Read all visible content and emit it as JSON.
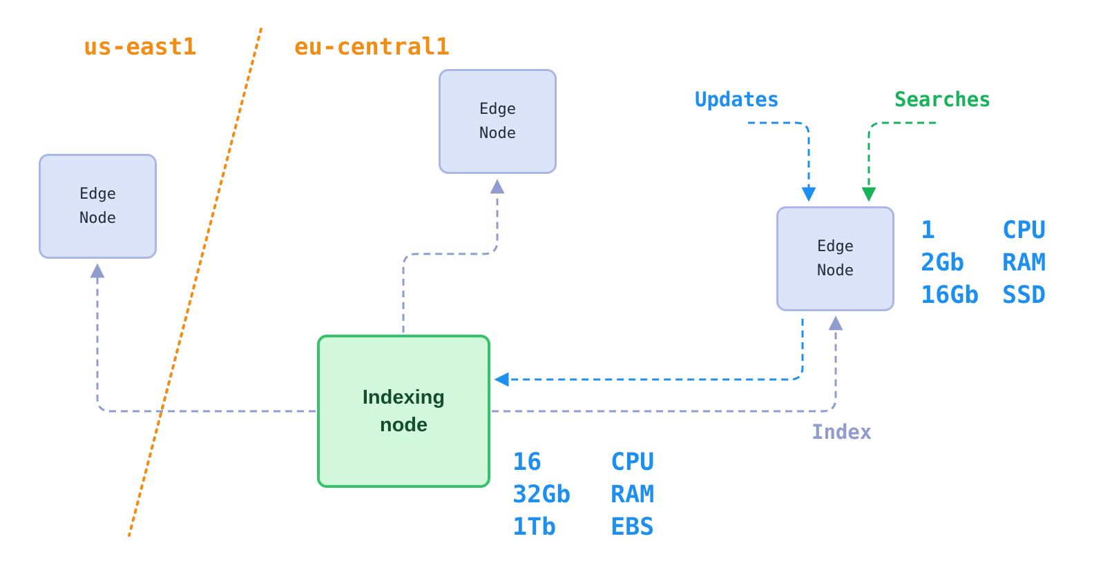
{
  "regions": {
    "left": "us-east1",
    "right": "eu-central1"
  },
  "nodes": {
    "edge_left": {
      "line1": "Edge",
      "line2": "Node"
    },
    "edge_top": {
      "line1": "Edge",
      "line2": "Node"
    },
    "edge_right": {
      "line1": "Edge",
      "line2": "Node"
    },
    "indexing": {
      "line1": "Indexing",
      "line2": "node"
    }
  },
  "flows": {
    "updates": "Updates",
    "searches": "Searches",
    "index": "Index"
  },
  "specs": {
    "edge": [
      {
        "amount": "1",
        "unit": "CPU"
      },
      {
        "amount": "2Gb",
        "unit": "RAM"
      },
      {
        "amount": "16Gb",
        "unit": "SSD"
      }
    ],
    "indexing": [
      {
        "amount": "16",
        "unit": "CPU"
      },
      {
        "amount": "32Gb",
        "unit": "RAM"
      },
      {
        "amount": "1Tb",
        "unit": "EBS"
      }
    ]
  },
  "colors": {
    "region": "#f28c12",
    "updates": "#1d8ff0",
    "searches": "#16b35a",
    "index": "#8f9ccd",
    "edge_fill": "#dce4f9",
    "edge_border": "#a9b6e6",
    "indexing_fill": "#d2f7dc",
    "indexing_border": "#33c46a",
    "spec": "#1d8ff0"
  }
}
